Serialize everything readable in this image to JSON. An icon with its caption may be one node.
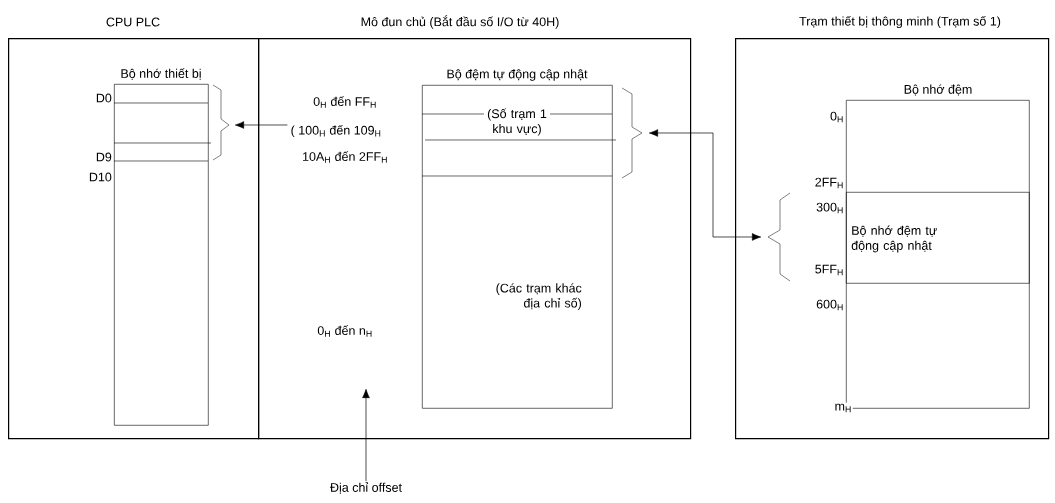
{
  "diagram": {
    "nodes": [
      {
        "text": [
          "CPU PLC"
        ]
      },
      {
        "text": [
          "Mô đun chủ (Bắt đầu số I/O từ 40H)"
        ]
      },
      {
        "text": [
          "Trạm thiết bị thông minh (Trạm số 1)"
        ]
      },
      {
        "text": [
          "Bộ nhớ thiết bị"
        ],
        "in": 0,
        "beside": [
          "D0",
          "D9",
          "D10"
        ]
      },
      {
        "text": [
          "Bộ đệm tự động cập nhật",
          "(Số trạm 1 khu vực)",
          "(Các trạm khác địa chỉ số)"
        ],
        "in": 1
      },
      {
        "text": [
          "Bộ nhớ đệm"
        ],
        "in": 2,
        "beside": [
          "0$_{H}$",
          "2FF$_{H}$",
          "600$_{H}$",
          "m$_{H}$"
        ]
      },
      {
        "text": [
          "Bộ nhớ đệm tự động cập nhật"
        ],
        "in": 5,
        "beside": [
          "300$_{H}$",
          "5FF$_{H}$"
        ]
      },
      {
        "text": [
          "Địa chỉ offset"
        ]
      },
      {
        "text": [
          "( 100$_{H}$ đến 109$_{H}$"
        ],
        "in": 1
      }
    ],
    "edges": [
      {
        "from": 8,
        "to": 3,
        "arrow": "to"
      },
      {
        "from": 4,
        "to": 6,
        "arrow": "both"
      },
      {
        "from": 7,
        "to": null,
        "arrow": "to"
      }
    ],
    "labels": [
      "0$_{H}$ đến FF$_{H}$",
      "10A$_{H}$ đến 2FF$_{H}$",
      "0$_{H}$ đến n$_{H}$"
    ]
  }
}
